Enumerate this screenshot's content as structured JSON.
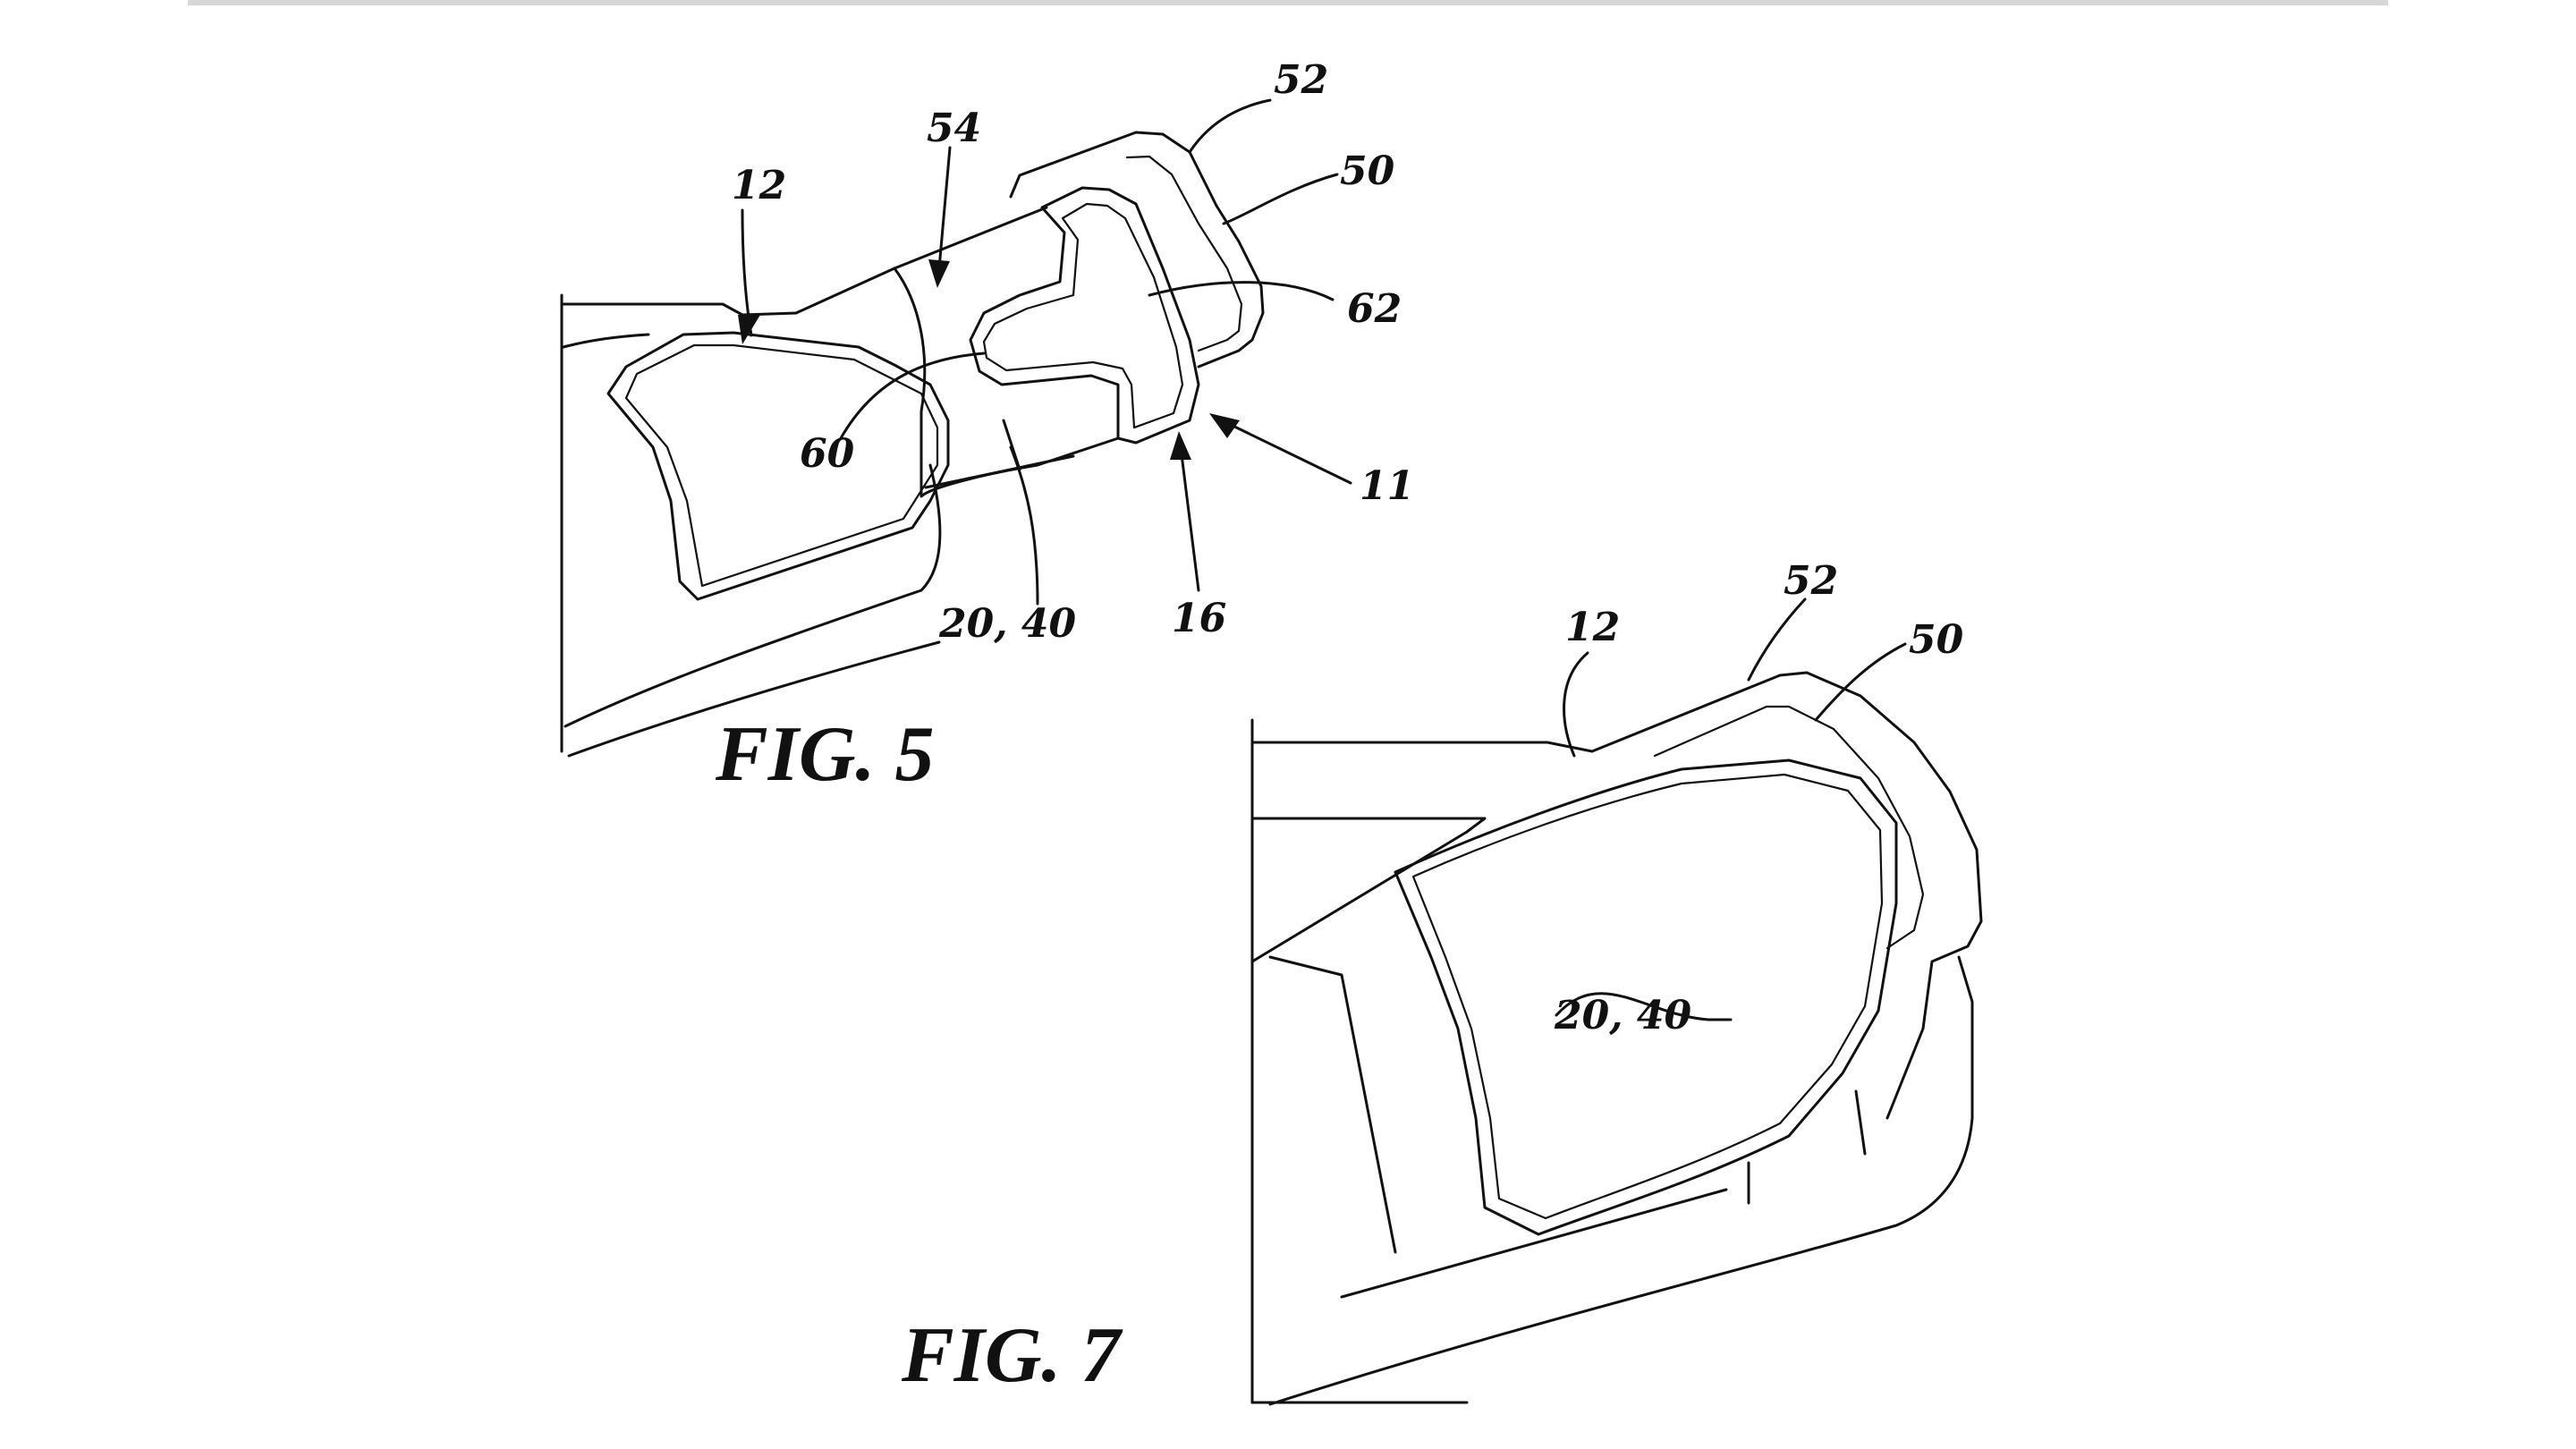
{
  "figures": [
    {
      "title": "FIG. 5",
      "labels": [
        "12",
        "54",
        "52",
        "50",
        "62",
        "60",
        "11",
        "20, 40",
        "16"
      ]
    },
    {
      "title": "FIG. 7",
      "labels": [
        "12",
        "52",
        "50",
        "20, 40"
      ]
    }
  ],
  "colors": {
    "ink": "#111111",
    "paper": "#ffffff",
    "rule": "#d7d7d7"
  }
}
